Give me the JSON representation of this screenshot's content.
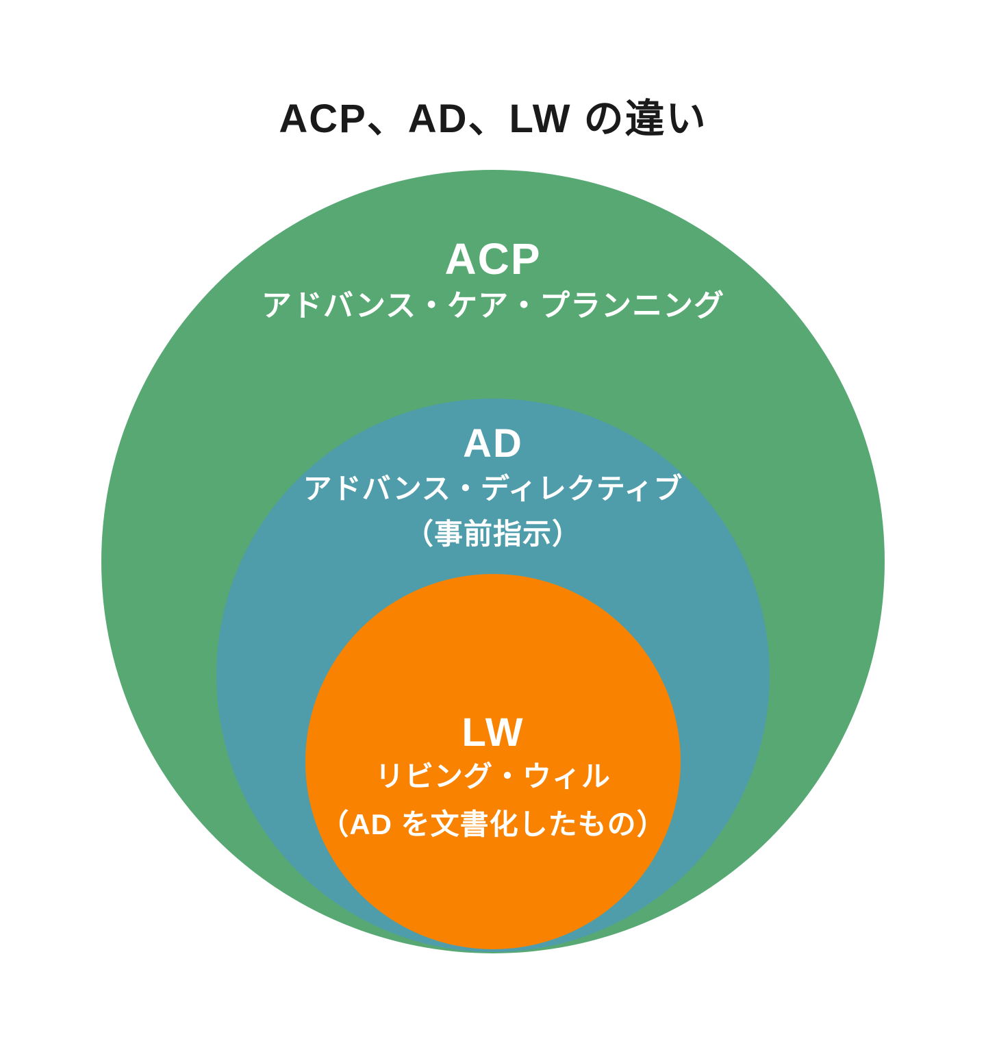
{
  "title": "ACP、AD、LW の違い",
  "colors": {
    "background": "#ffffff",
    "title_text": "#1a1a1a",
    "circle_text": "#ffffff",
    "acp_green": "#57a873",
    "ad_teal": "#4f9daa",
    "lw_orange": "#f98200"
  },
  "diagram": {
    "type": "nested-circles",
    "description_layout": "three concentric circles tangent at bottom, largest behind, smallest in front",
    "circles": [
      {
        "id": "acp",
        "abbreviation": "ACP",
        "full_name": "アドバンス・ケア・プランニング",
        "note": "",
        "color": "#57a873",
        "nesting_level": 1
      },
      {
        "id": "ad",
        "abbreviation": "AD",
        "full_name": "アドバンス・ディレクティブ",
        "note": "（事前指示）",
        "color": "#4f9daa",
        "nesting_level": 2
      },
      {
        "id": "lw",
        "abbreviation": "LW",
        "full_name": "リビング・ウィル",
        "note": "（AD を文書化したもの）",
        "color": "#f98200",
        "nesting_level": 3
      }
    ]
  }
}
